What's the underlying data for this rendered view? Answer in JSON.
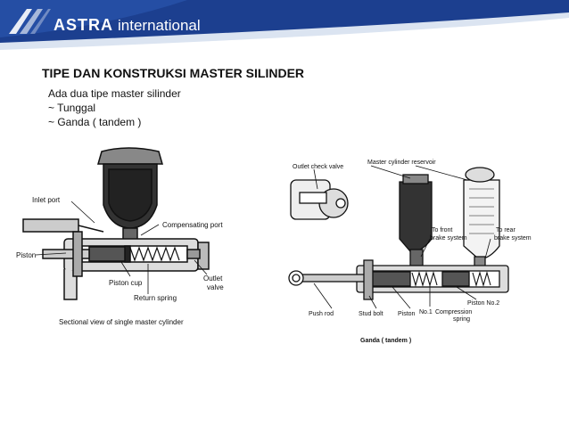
{
  "header": {
    "brand_bold": "ASTRA",
    "brand_rest": "international",
    "colors": {
      "band_dark": "#1c3f8f",
      "band_light": "#dbe4f1",
      "text": "#ffffff"
    }
  },
  "slide": {
    "title": "TIPE DAN KONSTRUKSI MASTER SILINDER",
    "bullets": [
      "Ada dua tipe master silinder",
      "~  Tunggal",
      "~  Ganda ( tandem )"
    ]
  },
  "diagram_single": {
    "labels": {
      "inlet_port": "Inlet port",
      "compensating_port": "Compensating port",
      "piston": "Piston",
      "outlet_valve_1": "Outlet",
      "outlet_valve_2": "valve",
      "piston_cup": "Piston cup",
      "return_spring": "Return spring"
    },
    "caption": "Sectional view of single master cylinder"
  },
  "diagram_tandem": {
    "labels": {
      "outlet_check_valve": "Outlet check valve",
      "reservoir": "Master cylinder reservoir",
      "to_front_1": "To front",
      "to_front_2": "brake system",
      "to_rear_1": "To rear",
      "to_rear_2": "brake system",
      "piston_no2": "Piston No.2",
      "push_rod": "Push rod",
      "stud_bolt": "Stud bolt",
      "piston": "Piston",
      "no1": "No.1",
      "compression_1": "Compression",
      "compression_2": "spring"
    },
    "caption": "Ganda ( tandem )"
  }
}
